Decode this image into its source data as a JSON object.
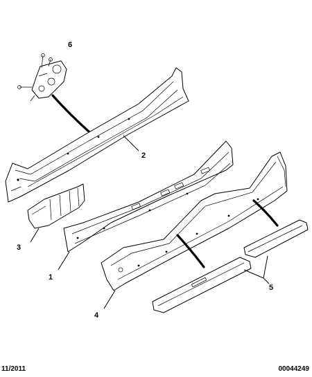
{
  "callouts": [
    {
      "id": "1",
      "label": "1"
    },
    {
      "id": "2",
      "label": "2"
    },
    {
      "id": "3",
      "label": "3"
    },
    {
      "id": "4",
      "label": "4"
    },
    {
      "id": "5",
      "label": "5"
    },
    {
      "id": "6",
      "label": "6"
    }
  ],
  "footer": {
    "date": "11/2011",
    "reference": "00044249"
  }
}
